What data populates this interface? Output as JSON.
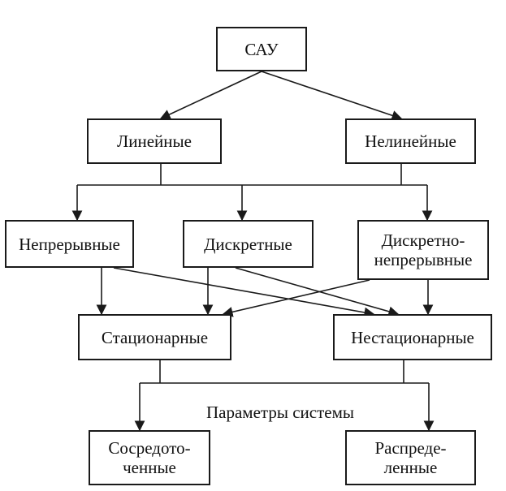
{
  "diagram": {
    "nodes": {
      "sau": "САУ",
      "linear": "Линейные",
      "nonlinear": "Нелинейные",
      "continuous": "Непрерывные",
      "discrete": "Дискретные",
      "discrete_continuous": "Дискретно-\nнепрерывные",
      "stationary": "Стационарные",
      "nonstationary": "Нестационарные",
      "lumped": "Сосредото-\nченные",
      "distributed": "Распреде-\nленные"
    },
    "labels": {
      "system_parameters": "Параметры системы"
    }
  }
}
